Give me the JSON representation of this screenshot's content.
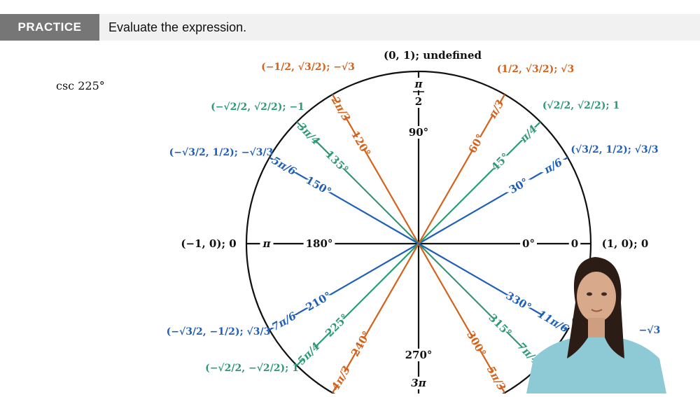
{
  "header": {
    "badge": "PRACTICE",
    "prompt": "Evaluate the expression."
  },
  "problem": {
    "expression": "csc 225°"
  },
  "colors": {
    "blue": "#1f5fb8",
    "green": "#2e9a73",
    "orange": "#d4621b",
    "black": "#111111",
    "header_bg": "#f1f1f1",
    "badge_bg": "#767676"
  },
  "unit_circle": {
    "axes": {
      "top_point": "(0, 1); undefined",
      "top_radian_num": "π",
      "top_radian_den": "2",
      "top_degree": "90°",
      "left_point": "(−1, 0); 0",
      "left_radian": "π",
      "left_degree": "180°",
      "right_point": "(1, 0); 0",
      "right_radian": "0",
      "right_degree": "0°",
      "bottom_degree": "270°",
      "bottom_radian": "3π"
    },
    "angles": [
      {
        "deg": "30°",
        "rad_num": "π",
        "rad_den": "6",
        "coord_x": "√3",
        "coord_y": "1",
        "value": "√3/3"
      },
      {
        "deg": "45°",
        "rad_num": "π",
        "rad_den": "4",
        "coord_x": "√2",
        "coord_y": "√2",
        "value": "1"
      },
      {
        "deg": "60°",
        "rad_num": "π",
        "rad_den": "3",
        "coord_x": "1",
        "coord_y": "√3",
        "value": "√3"
      },
      {
        "deg": "120°",
        "rad_num": "2π",
        "rad_den": "3",
        "coord_x": "−1",
        "coord_y": "√3",
        "value": "−√3"
      },
      {
        "deg": "135°",
        "rad_num": "3π",
        "rad_den": "4",
        "coord_x": "−√2",
        "coord_y": "√2",
        "value": "−1"
      },
      {
        "deg": "150°",
        "rad_num": "5π",
        "rad_den": "6",
        "coord_x": "−√3",
        "coord_y": "1",
        "value": "−√3/3"
      },
      {
        "deg": "210°",
        "rad_num": "7π",
        "rad_den": "6",
        "coord_x": "−√3",
        "coord_y": "−1",
        "value": "√3/3"
      },
      {
        "deg": "225°",
        "rad_num": "5π",
        "rad_den": "4",
        "coord_x": "−√2",
        "coord_y": "−√2",
        "value": "1"
      },
      {
        "deg": "240°",
        "rad_num": "4π",
        "rad_den": "3"
      },
      {
        "deg": "300°",
        "rad_num": "5π",
        "rad_den": "3"
      },
      {
        "deg": "315°",
        "rad_num": "7π",
        "rad_den": "4"
      },
      {
        "deg": "330°",
        "rad_num": "11π",
        "rad_den": "6",
        "value": "−√3"
      }
    ]
  }
}
